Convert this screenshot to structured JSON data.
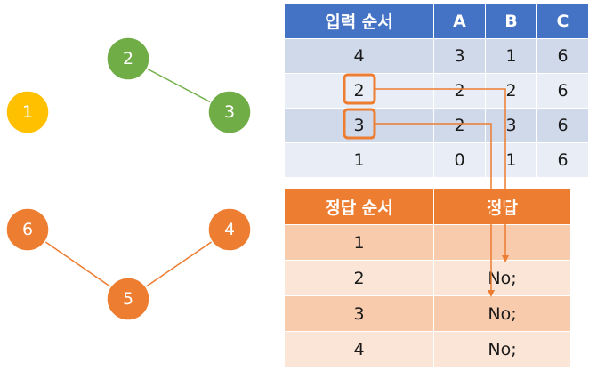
{
  "graph": {
    "nodes": [
      {
        "id": "1",
        "color": "#ffc000"
      },
      {
        "id": "2",
        "color": "#70ad47"
      },
      {
        "id": "3",
        "color": "#70ad47"
      },
      {
        "id": "4",
        "color": "#ed7d31"
      },
      {
        "id": "5",
        "color": "#ed7d31"
      },
      {
        "id": "6",
        "color": "#ed7d31"
      }
    ],
    "edges": [
      {
        "from": "2",
        "to": "3",
        "color": "#70ad47"
      },
      {
        "from": "6",
        "to": "5",
        "color": "#ed7d31"
      },
      {
        "from": "5",
        "to": "4",
        "color": "#ed7d31"
      }
    ]
  },
  "input_table": {
    "headers": [
      "입력 순서",
      "A",
      "B",
      "C"
    ],
    "rows": [
      [
        "4",
        "3",
        "1",
        "6"
      ],
      [
        "2",
        "2",
        "2",
        "6"
      ],
      [
        "3",
        "2",
        "3",
        "6"
      ],
      [
        "1",
        "0",
        "1",
        "6"
      ]
    ]
  },
  "answer_table": {
    "headers": [
      "정답 순서",
      "정답"
    ],
    "rows": [
      [
        "1",
        ""
      ],
      [
        "2",
        "No;"
      ],
      [
        "3",
        "No;"
      ],
      [
        "4",
        "No;"
      ]
    ]
  },
  "highlight": {
    "color": "#ed7d31",
    "boxed_rows": [
      1,
      2
    ]
  }
}
